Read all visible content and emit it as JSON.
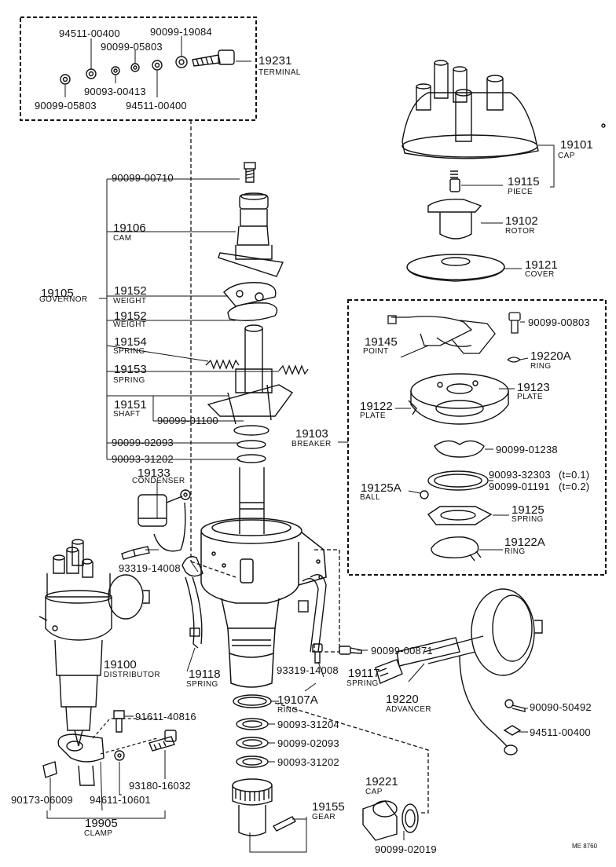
{
  "labels": {
    "p94511_00400_a": "94511-00400",
    "p90099_19084": "90099-19084",
    "p90099_05803_a": "90099-05803",
    "p90099_05803_b": "90099-05803",
    "p90093_00413": "90093-00413",
    "p94511_00400_b": "94511-00400",
    "p19231": "19231",
    "terminal": "TERMINAL",
    "p19101": "19101",
    "cap": "CAP",
    "p19115": "19115",
    "piece": "PIECE",
    "p19102": "19102",
    "rotor": "ROTOR",
    "p19121": "19121",
    "cover": "COVER",
    "p90099_00710": "90099-00710",
    "p19106": "19106",
    "cam": "CAM",
    "p19105": "19105",
    "governor": "GOVERNOR",
    "p19152_a": "19152",
    "weight_a": "WEIGHT",
    "p19152_b": "19152",
    "weight_b": "WEIGHT",
    "p19154": "19154",
    "spring_a": "SPRING",
    "p19153": "19153",
    "spring_b": "SPRING",
    "p19151": "19151",
    "shaft": "SHAFT",
    "p90099_01100": "90099-01100",
    "p90099_02093_a": "90099-02093",
    "p90093_31202_a": "90093-31202",
    "p19133": "19133",
    "condenser": "CONDENSER",
    "p93319_14008_a": "93319-14008",
    "p90099_00803": "90099-00803",
    "p19145": "19145",
    "point": "POINT",
    "p19220A": "19220A",
    "ring_a": "RING",
    "p19123": "19123",
    "plate_a": "PLATE",
    "p19122": "19122",
    "plate_b": "PLATE",
    "p19103": "19103",
    "breaker": "BREAKER",
    "p90099_01238": "90099-01238",
    "p90093_32303": "90093-32303",
    "t01": "(t=0.1)",
    "p90099_01191": "90099-01191",
    "t02": "(t=0.2)",
    "p19125A": "19125A",
    "ball": "BALL",
    "p19125": "19125",
    "spring_c": "SPRING",
    "p19122A": "19122A",
    "ring_b": "RING",
    "p90099_00871": "90099-00871",
    "p19117": "19117",
    "spring_d": "SPRING",
    "p93319_14008_b": "93319-14008",
    "p19100": "19100",
    "distributor": "DISTRIBUTOR",
    "p19118": "19118",
    "spring_e": "SPRING",
    "p19107A": "19107A",
    "ring_c": "RING",
    "p90093_31204": "90093-31204",
    "p90099_02093_b": "90099-02093",
    "p90093_31202_b": "90093-31202",
    "p19220": "19220",
    "advancer": "ADVANCER",
    "p90090_50492": "90090-50492",
    "p94511_00400_c": "94511-00400",
    "p91611_40816": "91611-40816",
    "p93180_16032": "93180-16032",
    "p90173_06009": "90173-06009",
    "p94611_10601": "94611-10601",
    "p19905": "19905",
    "clamp": "CLAMP",
    "p19221": "19221",
    "cap_b": "CAP",
    "p19155": "19155",
    "gear": "GEAR",
    "p90099_02019": "90099-02019",
    "ref": "ME 8760"
  },
  "colors": {
    "ink": "#111111",
    "paper": "#ffffff"
  }
}
